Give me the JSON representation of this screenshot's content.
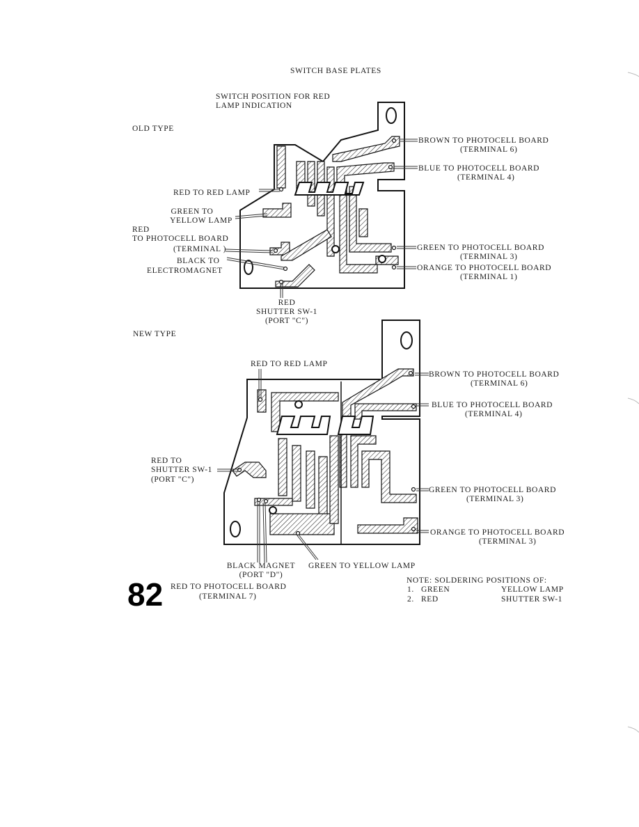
{
  "page_title": "SWITCH BASE PLATES",
  "switch_position_caption": [
    "SWITCH POSITION FOR RED",
    "LAMP INDICATION"
  ],
  "page_number": "82",
  "old_type": {
    "heading": "OLD TYPE",
    "labels": {
      "brown": [
        "BROWN  TO PHOTOCELL BOARD",
        "(TERMINAL 6)"
      ],
      "blue": [
        "BLUE  TO PHOTOCELL BOARD",
        "(TERMINAL 4)"
      ],
      "red_lamp": "RED TO RED LAMP",
      "green_yellow": [
        "GREEN TO",
        "YELLOW LAMP"
      ],
      "red_photocell": [
        "RED",
        "TO PHOTOCELL BOARD",
        "(TERMINAL )"
      ],
      "black": [
        "BLACK TO",
        "ELECTROMAGNET"
      ],
      "green_photocell": [
        "GREEN  TO PHOTOCELL BOARD",
        "(TERMINAL 3)"
      ],
      "orange": [
        "ORANGE  TO PHOTOCELL BOARD",
        "(TERMINAL 1)"
      ],
      "red_shutter": [
        "RED",
        "SHUTTER SW-1",
        "(PORT \"C\")"
      ]
    }
  },
  "new_type": {
    "heading": "NEW TYPE",
    "labels": {
      "red_lamp": "RED TO RED LAMP",
      "brown": [
        "BROWN  TO PHOTOCELL BOARD",
        "(TERMINAL 6)"
      ],
      "blue": [
        "BLUE  TO PHOTOCELL BOARD",
        "(TERMINAL 4)"
      ],
      "red_shutter": [
        "RED TO",
        "SHUTTER SW-1",
        "(PORT \"C\")"
      ],
      "green": [
        "GREEN  TO PHOTOCELL BOARD",
        "(TERMINAL 3)"
      ],
      "orange": [
        "ORANGE  TO PHOTOCELL BOARD",
        "(TERMINAL 3)"
      ],
      "black_magnet": [
        "BLACK MAGNET",
        "(PORT \"D\")"
      ],
      "green_yellow": "GREEN TO YELLOW LAMP",
      "red_photocell": [
        "RED   TO PHOTOCELL BOARD",
        "(TERMINAL 7)"
      ]
    }
  },
  "note": {
    "title": "NOTE:  SOLDERING POSITIONS OF:",
    "rows": [
      {
        "num": "1.",
        "color": "GREEN",
        "item": "YELLOW LAMP"
      },
      {
        "num": "2.",
        "color": "RED",
        "item": "SHUTTER SW-1"
      }
    ]
  }
}
